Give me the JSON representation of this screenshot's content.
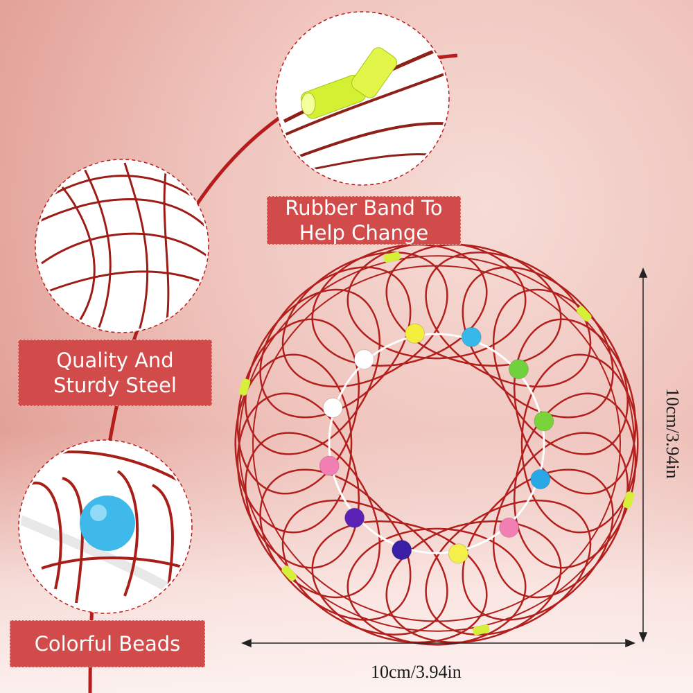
{
  "callouts": [
    {
      "label": "Rubber Band To\nHelp Change"
    },
    {
      "label": "Quality And\nSturdy Steel"
    },
    {
      "label": "Colorful Beads"
    }
  ],
  "dimensions": {
    "width": "10cm/3.94in",
    "height": "10cm/3.94in"
  },
  "colors": {
    "wire": "#b2201d",
    "label_bg": "#d14b4b",
    "arc": "#b71c1c"
  },
  "beads": [
    {
      "color": "#f4ee3c"
    },
    {
      "color": "#37b8ea"
    },
    {
      "color": "#6fd23c"
    },
    {
      "color": "#7ad33a"
    },
    {
      "color": "#2aa7e6"
    },
    {
      "color": "#f27fb3"
    },
    {
      "color": "#f4ef4a"
    },
    {
      "color": "#3b1ea6"
    },
    {
      "color": "#5a23b5"
    },
    {
      "color": "#f27fb3"
    },
    {
      "color": "#ffffff"
    },
    {
      "color": "#ffffff"
    }
  ]
}
